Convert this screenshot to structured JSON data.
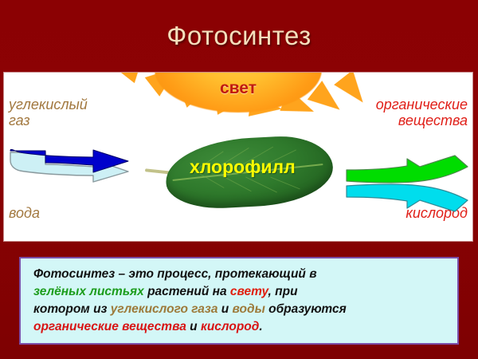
{
  "slide": {
    "title": "Фотосинтез",
    "title_color": "#f4dfbc",
    "background_color": "#8b0103"
  },
  "diagram": {
    "sun_label": "свет",
    "sun_label_color": "#c01a10",
    "leaf_label": "хлорофилл",
    "leaf_label_color": "#ffff00",
    "inputs": {
      "top_label_line1": "углекислый",
      "top_label_line2": "газ",
      "bottom_label": "вода",
      "label_color": "#a2783f",
      "top_arrow_color": "#cdf0f5",
      "bottom_arrow_color": "#0000cc"
    },
    "outputs": {
      "top_label_line1": "органические",
      "top_label_line2": "вещества",
      "bottom_label": "кислород",
      "label_color": "#e01f18",
      "top_arrow_color": "#00dd00",
      "bottom_arrow_color": "#00dded"
    }
  },
  "definition": {
    "border_color": "#7b4ea8",
    "background_color": "#d3f7f7",
    "line1": {
      "p1": "Фотосинтез – это процесс, протекающий в"
    },
    "line2": {
      "p1": "зелёных листьях",
      "p2": " растений на ",
      "p3": "свету",
      "p4": ", при"
    },
    "line3": {
      "p1": "котором из ",
      "p2": "углекислого газа",
      "p3": " и ",
      "p4": "воды",
      "p5": " образуются"
    },
    "line4": {
      "p1": "органические вещества",
      "p2": " и ",
      "p3": "кислород",
      "p4": "."
    }
  }
}
